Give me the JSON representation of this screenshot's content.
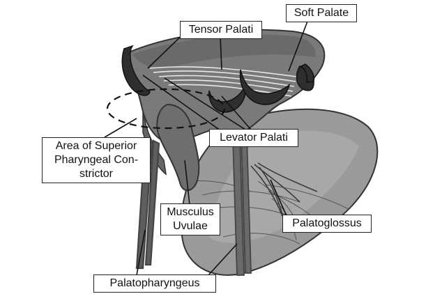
{
  "diagram": {
    "labels": {
      "soft_palate": "Soft Palate",
      "tensor_palati": "Tensor Palati",
      "levator_palati": "Levator Palati",
      "superior_constrictor": [
        "Area of Superior",
        "Pharyngeal Con-",
        "strictor"
      ],
      "musculus_uvulae": [
        "Musculus",
        "Uvulae"
      ],
      "palatoglossus": "Palatoglossus",
      "palatopharyngeus": "Palatopharyngeus"
    }
  }
}
